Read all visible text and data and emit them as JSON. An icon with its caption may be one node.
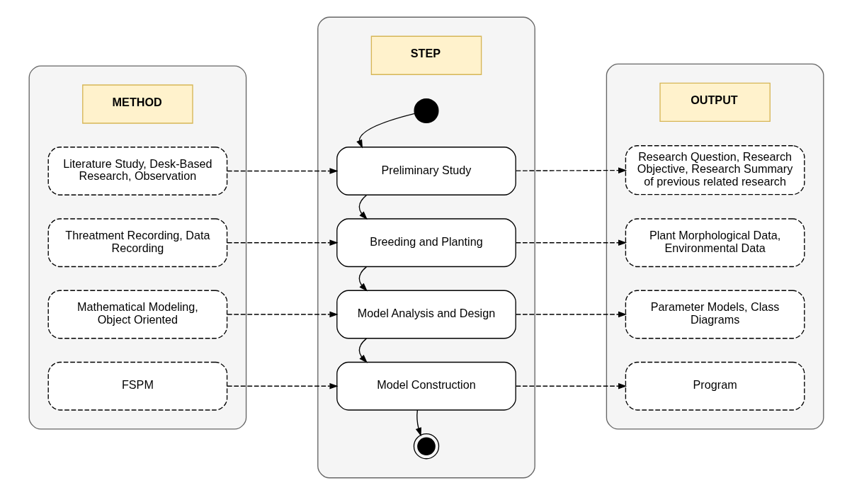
{
  "diagram": {
    "nodes": [
      {
        "text": [],
        "shape": "box"
      },
      {
        "text": [
          "METHOD"
        ],
        "in": 0
      },
      {
        "text": [
          "Literature Study, Desk-Based Research, Observation"
        ],
        "in": 0
      },
      {
        "text": [
          "Threatment Recording, Data Recording"
        ],
        "in": 0
      },
      {
        "text": [
          "Mathematical Modeling, Object Oriented"
        ],
        "in": 0
      },
      {
        "text": [
          "FSPM"
        ],
        "in": 0
      },
      {
        "text": [],
        "shape": "box"
      },
      {
        "text": [
          "STEP"
        ],
        "in": 6
      },
      {
        "text": [],
        "shape": "circle",
        "in": 6
      },
      {
        "text": [
          "Preliminary Study"
        ],
        "in": 6
      },
      {
        "text": [
          "Breeding and Planting"
        ],
        "in": 6
      },
      {
        "text": [
          "Model Analysis and Design"
        ],
        "in": 6
      },
      {
        "text": [
          "Model Construction"
        ],
        "in": 6
      },
      {
        "text": [],
        "shape": "circle",
        "in": 6
      },
      {
        "text": [],
        "shape": "box"
      },
      {
        "text": [
          "OUTPUT"
        ],
        "in": 14
      },
      {
        "text": [
          "Research Question, Research Objective, Research Summary of previous related research"
        ],
        "in": 14
      },
      {
        "text": [
          "Plant Morphological Data, Environmental Data"
        ],
        "in": 14
      },
      {
        "text": [
          "Parameter Models, Class Diagrams"
        ],
        "in": 14
      },
      {
        "text": [
          "Program"
        ],
        "in": 14
      }
    ],
    "edges": [
      {
        "from": 8,
        "to": 9,
        "arrow": "to"
      },
      {
        "from": 9,
        "to": 10,
        "arrow": "to"
      },
      {
        "from": 10,
        "to": 11,
        "arrow": "to"
      },
      {
        "from": 11,
        "to": 12,
        "arrow": "to"
      },
      {
        "from": 12,
        "to": 13,
        "arrow": "to"
      },
      {
        "from": 2,
        "to": 9,
        "arrow": "to",
        "style": "dashed"
      },
      {
        "from": 3,
        "to": 10,
        "arrow": "to",
        "style": "dashed"
      },
      {
        "from": 4,
        "to": 11,
        "arrow": "to",
        "style": "dashed"
      },
      {
        "from": 5,
        "to": 12,
        "arrow": "to",
        "style": "dashed"
      },
      {
        "from": 9,
        "to": 16,
        "arrow": "to",
        "style": "dashed"
      },
      {
        "from": 10,
        "to": 17,
        "arrow": "to",
        "style": "dashed"
      },
      {
        "from": 11,
        "to": 18,
        "arrow": "to",
        "style": "dashed"
      },
      {
        "from": 12,
        "to": 19,
        "arrow": "to",
        "style": "dashed"
      }
    ]
  }
}
